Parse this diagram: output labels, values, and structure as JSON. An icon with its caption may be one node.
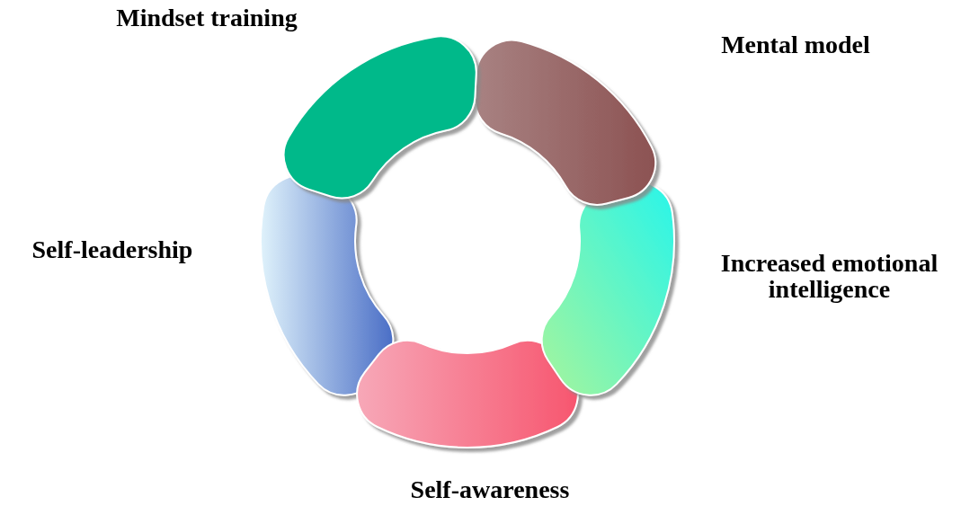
{
  "diagram": {
    "nodes": [
      {
        "text": [
          "Mindset training"
        ]
      },
      {
        "text": [
          "Mental model"
        ]
      },
      {
        "text": [
          "Increased emotional intelligence"
        ]
      },
      {
        "text": [
          "Self-awareness"
        ]
      },
      {
        "text": [
          "Self-leadership"
        ]
      }
    ]
  }
}
